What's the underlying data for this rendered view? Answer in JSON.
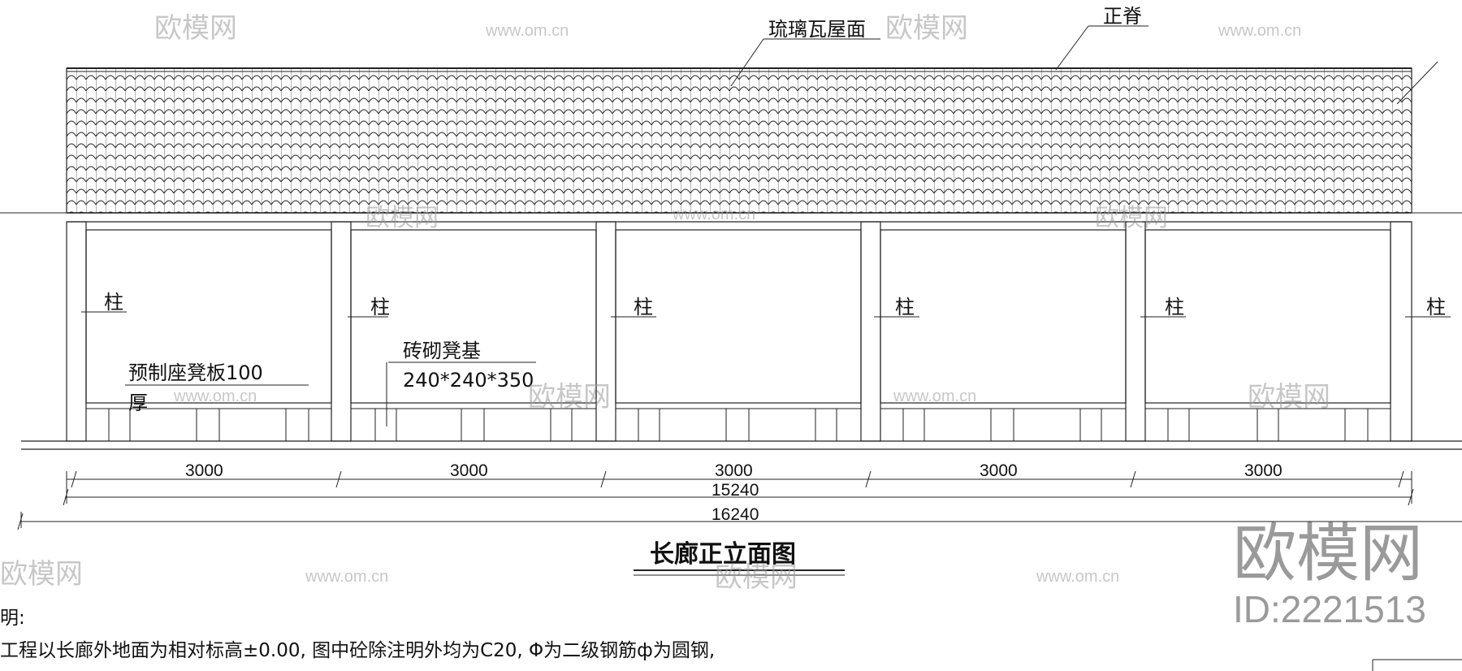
{
  "labels": {
    "roof_tile": "琉璃瓦屋面",
    "ridge": "正脊",
    "column": "柱",
    "bench_board_line1": "预制座凳板100",
    "bench_board_line2": "厚",
    "bench_base_line1": "砖砌凳基",
    "bench_base_line2": "240*240*350"
  },
  "dimensions": {
    "bay": "3000",
    "inner_total": "15240",
    "outer_total": "16240"
  },
  "title": "长廊正立面图",
  "notes": {
    "heading": "明:",
    "line1": "工程以长廊外地面为相对标高±0.00, 图中砼除注明外均为C20, Φ为二级钢筋ф为圆钢,"
  },
  "watermark": {
    "brand": "欧模网",
    "url": "www.om.cn",
    "id": "ID:2221513"
  },
  "colors": {
    "line": "#1a1a1a",
    "watermark": "#9a9a9a"
  }
}
